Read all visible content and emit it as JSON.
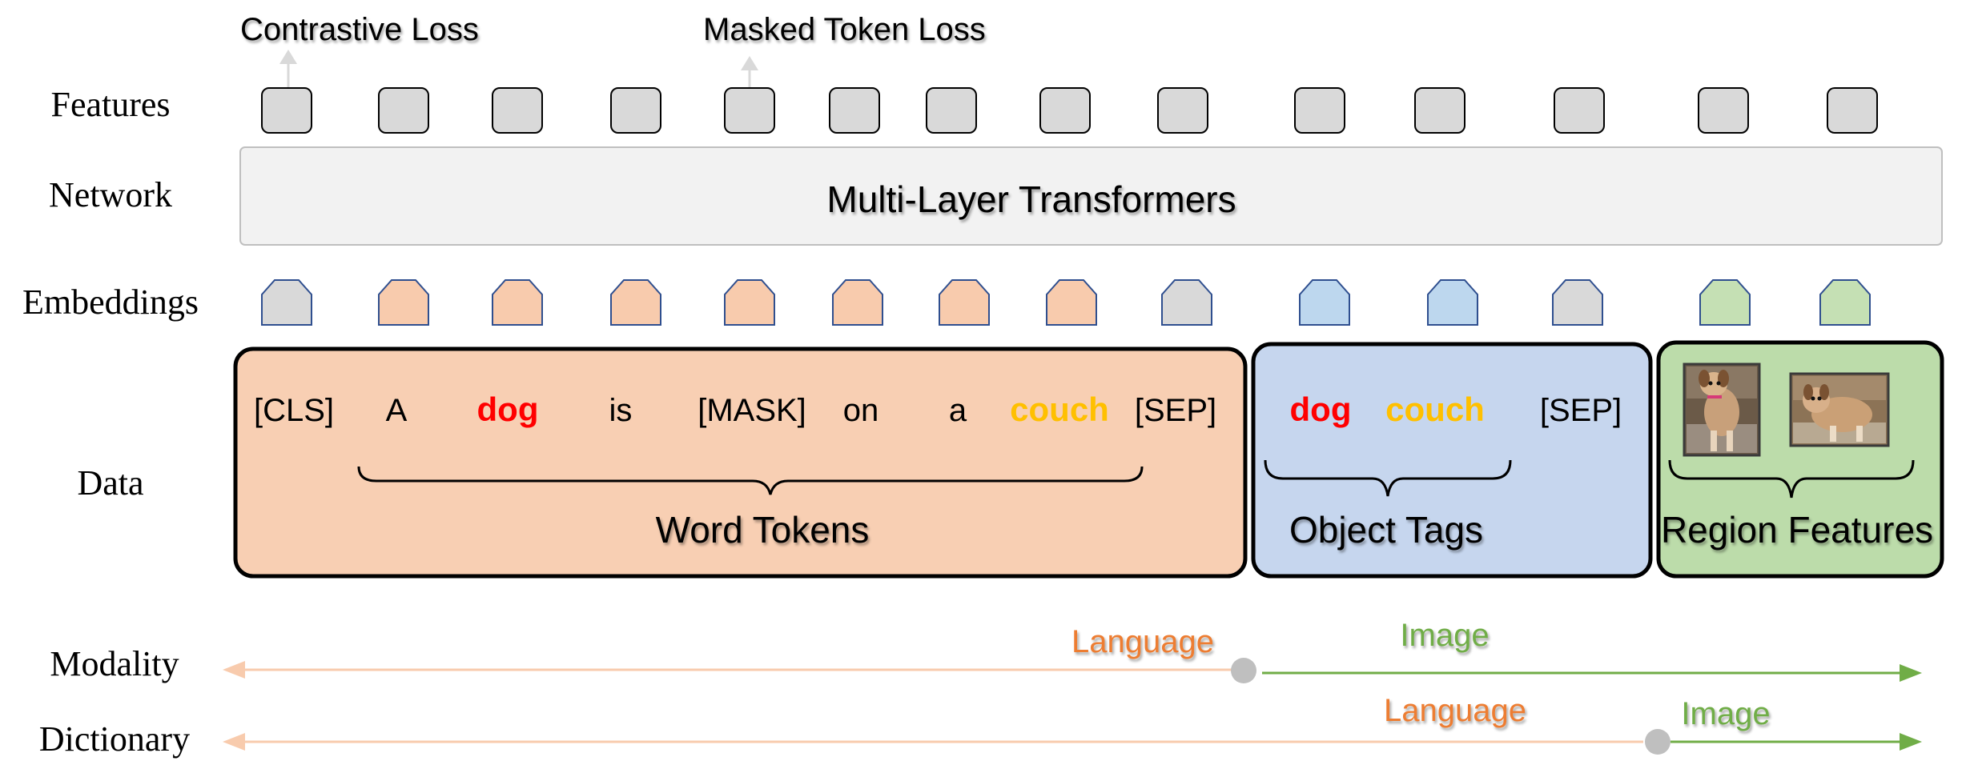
{
  "row_labels": {
    "features": "Features",
    "network": "Network",
    "embeddings": "Embeddings",
    "data": "Data",
    "modality": "Modality",
    "dictionary": "Dictionary"
  },
  "losses": {
    "contrastive": "Contrastive Loss",
    "masked": "Masked Token Loss"
  },
  "network": {
    "label": "Multi-Layer Transformers"
  },
  "tokens": {
    "cls": "[CLS]",
    "a1": "A",
    "dog": "dog",
    "is": "is",
    "mask": "[MASK]",
    "on": "on",
    "a2": "a",
    "couch": "couch",
    "sep1": "[SEP]",
    "tag_dog": "dog",
    "tag_couch": "couch",
    "sep2": "[SEP]"
  },
  "groups": {
    "word_tokens": "Word Tokens",
    "object_tags": "Object Tags",
    "region_features": "Region Features"
  },
  "modality": {
    "language": "Language",
    "image": "Image"
  },
  "dictionary": {
    "language": "Language",
    "image": "Image"
  },
  "colors": {
    "word_bg": "#f8cfb3",
    "tag_bg": "#c6d6ee",
    "region_bg": "#bcdcaa",
    "embed_word": "#f8cbad",
    "embed_tag": "#bdd7ee",
    "embed_region": "#c5e0b4",
    "embed_special": "#d9d9d9",
    "embed_stroke": "#2f4f8f",
    "feature_fill": "#d9d9d9",
    "red_text": "#ff0000",
    "orange_text": "#ffc000",
    "language_color": "#ed7d31",
    "image_color": "#70ad47",
    "language_line": "#f8cbad",
    "node_gray": "#bfbfbf"
  }
}
